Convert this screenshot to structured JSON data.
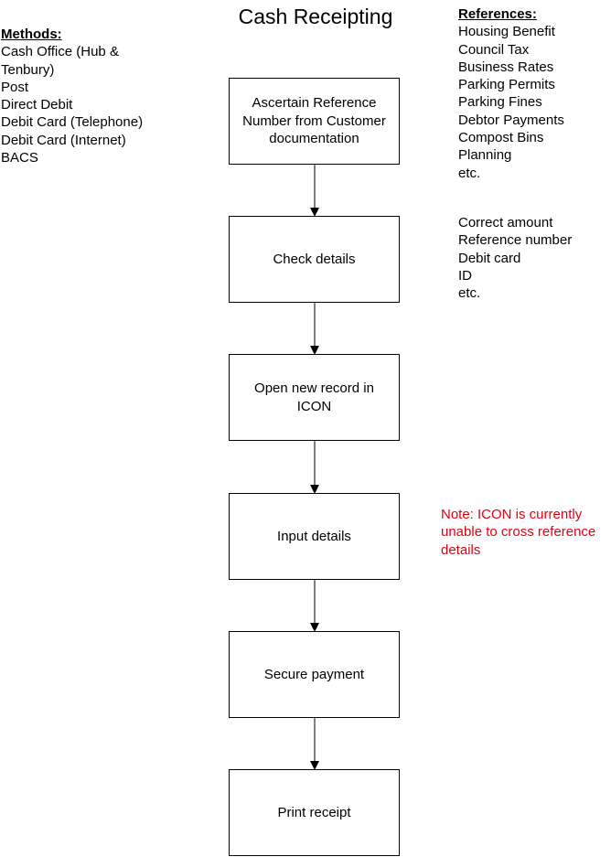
{
  "title": "Cash Receipting",
  "methods": {
    "heading": "Methods:",
    "items": [
      "Cash Office (Hub &",
      "Tenbury)",
      "Post",
      "Direct Debit",
      "Debit Card (Telephone)",
      "Debit Card (Internet)",
      "BACS"
    ]
  },
  "references": {
    "heading": "References:",
    "items": [
      "Housing Benefit",
      "Council Tax",
      "Business Rates",
      "Parking Permits",
      "Parking Fines",
      "Debtor Payments",
      "Compost Bins",
      "Planning",
      "etc."
    ]
  },
  "check_items": [
    "Correct amount",
    "Reference number",
    "Debit card",
    "ID",
    "etc."
  ],
  "steps": [
    "Ascertain Reference\nNumber from Customer\ndocumentation",
    "Check details",
    "Open new record in\nICON",
    "Input details",
    "Secure payment",
    "Print receipt"
  ],
  "note": {
    "lines": [
      "Note: ICON is currently",
      "unable to cross reference",
      "details"
    ],
    "color": "#e4000f"
  }
}
